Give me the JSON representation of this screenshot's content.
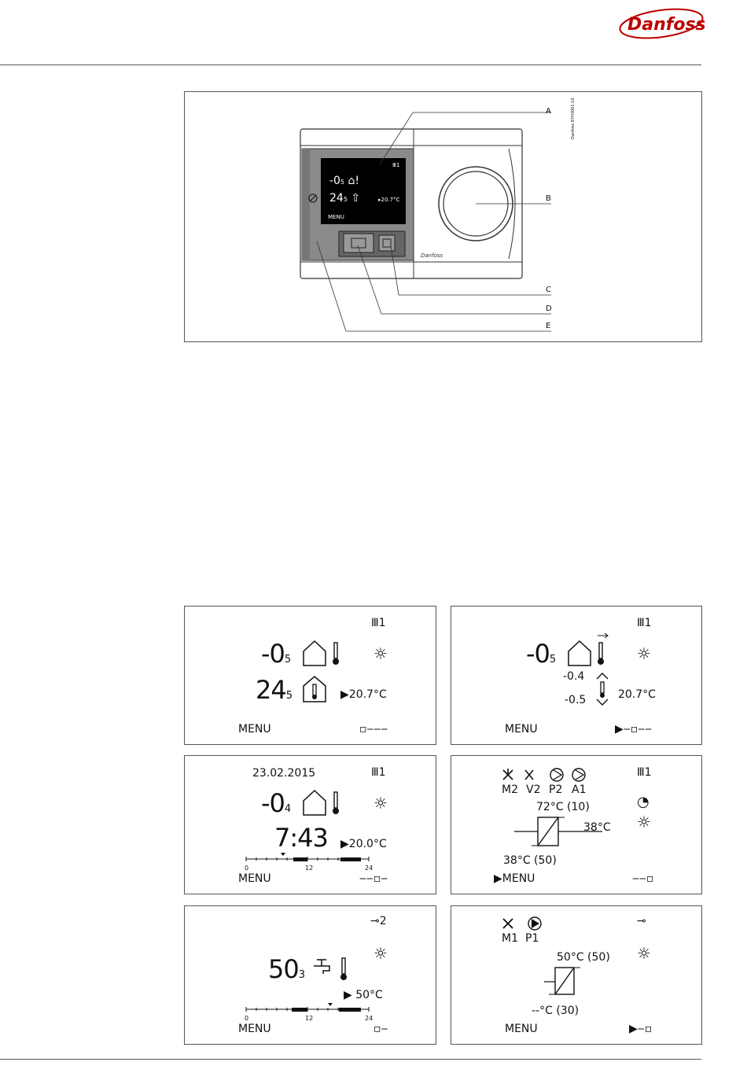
{
  "brand": {
    "logo_text": "Danfoss"
  },
  "device_figure": {
    "callouts": [
      "A",
      "B",
      "C",
      "D",
      "E"
    ],
    "ref_code": "Danfoss 87H3061.10",
    "screen": {
      "value1_int": "-0",
      "value1_dec": "5",
      "value2_int": "24",
      "value2_dec": "5",
      "setpoint": "20.7°C",
      "menu": "MENU",
      "circuit": "1"
    }
  },
  "panels": [
    {
      "circuit": "1",
      "value1_int": "-0",
      "value1_dec": "5",
      "value2_int": "24",
      "value2_dec": "5",
      "setpoint": "20.7°C",
      "menu": "MENU",
      "nav": "▫‒‒‒"
    },
    {
      "circuit": "1",
      "value1_int": "-0",
      "value1_dec": "5",
      "upper": "-0.4",
      "lower": "-0.5",
      "setpoint": "20.7°C",
      "menu": "MENU",
      "nav": "‒▫‒‒"
    },
    {
      "date": "23.02.2015",
      "circuit": "1",
      "value1_int": "-0",
      "value1_dec": "4",
      "time": "7:43",
      "setpoint": "20.0°C",
      "menu": "MENU",
      "nav": "‒‒▫‒",
      "ticks": [
        "0",
        "12",
        "24"
      ]
    },
    {
      "circuit": "1",
      "labels": [
        "M2",
        "V2",
        "P2",
        "A1"
      ],
      "flow_temp": "72°C",
      "flow_ref": "(10)",
      "return_temp": "38°C",
      "return_ref": "(50)",
      "side_temp": "38°C",
      "menu": "MENU",
      "nav": "‒‒▫"
    },
    {
      "circuit": "2",
      "value1_int": "50",
      "value1_dec": "3",
      "setpoint": "50°C",
      "menu": "MENU",
      "nav": "▫‒",
      "ticks": [
        "0",
        "12",
        "24"
      ]
    },
    {
      "labels": [
        "M1",
        "P1"
      ],
      "flow_temp": "50°C",
      "flow_ref": "(50)",
      "return_temp": "--°C",
      "return_ref": "(30)",
      "menu": "MENU",
      "nav": "‒▫"
    }
  ]
}
